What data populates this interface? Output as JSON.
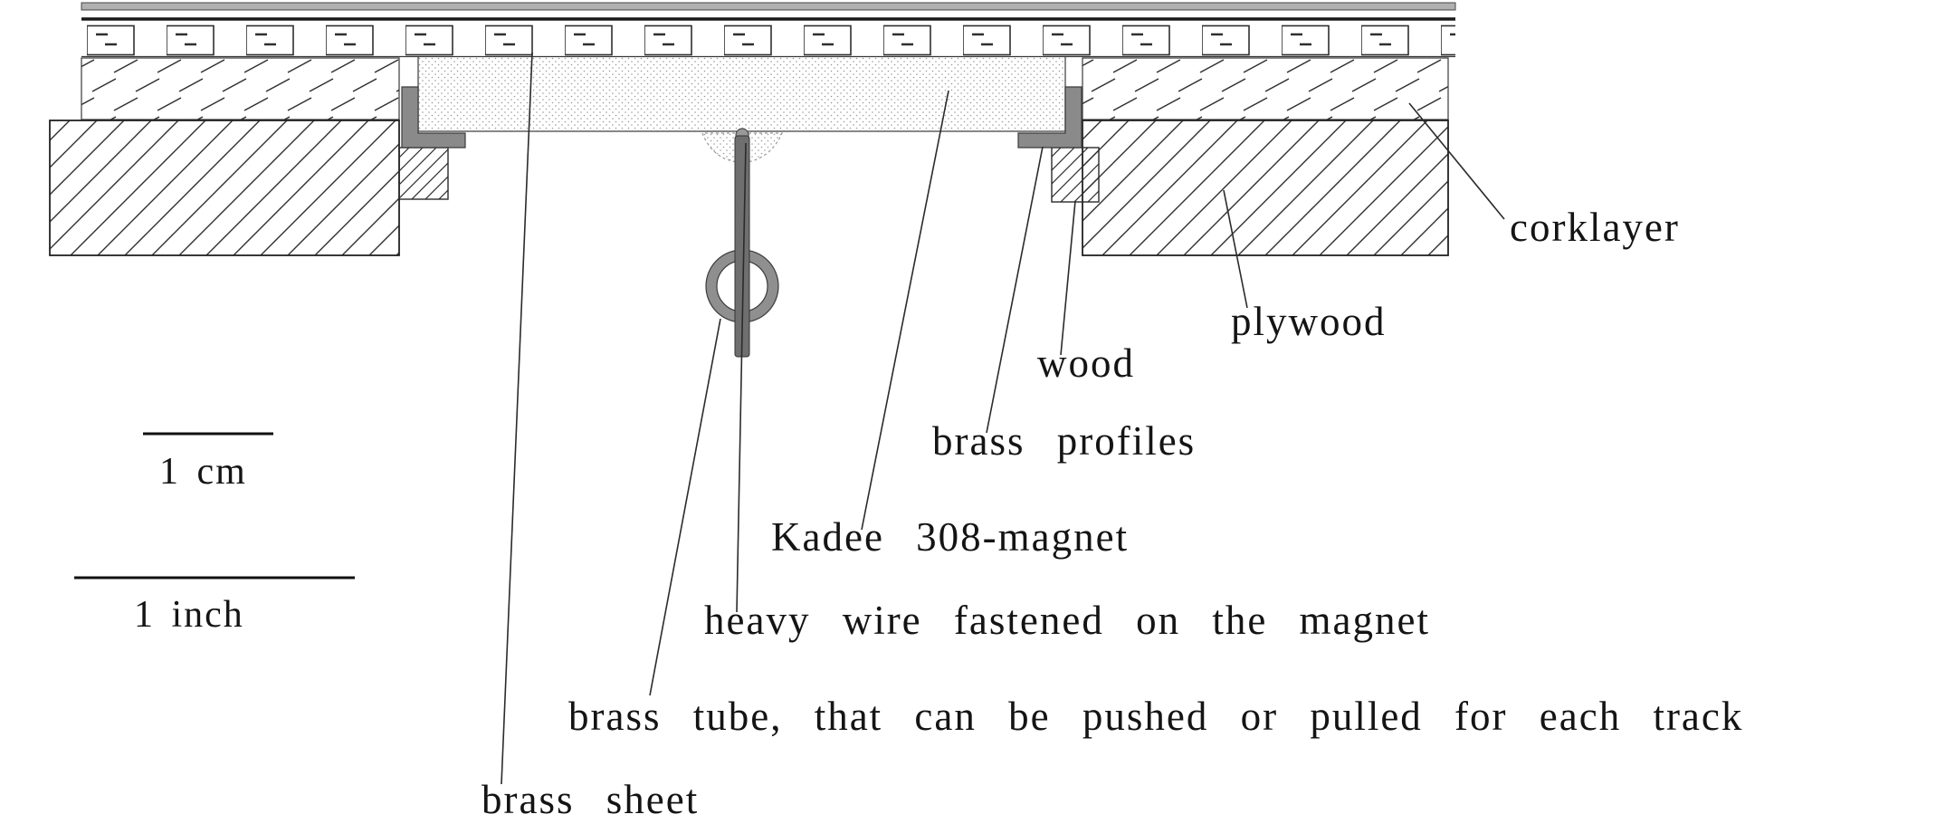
{
  "diagram": {
    "labels": {
      "corklayer": "corklayer",
      "plywood": "plywood",
      "wood": "wood",
      "brass_profiles": "brass profiles",
      "kadee_magnet": "Kadee 308-magnet",
      "heavy_wire": "heavy wire fastened on the magnet",
      "brass_tube": "brass tube, that can be pushed or pulled for each track",
      "brass_sheet": "brass sheet"
    },
    "scale_bars": {
      "cm_label": "1 cm",
      "inch_label": "1 inch"
    },
    "colors": {
      "ink": "#141414",
      "metal_gray": "#8a8a8a",
      "tube_gray": "#6f6f6f",
      "rail_gray": "#b0b0b0",
      "ring_gray": "#8f8f8f"
    }
  }
}
